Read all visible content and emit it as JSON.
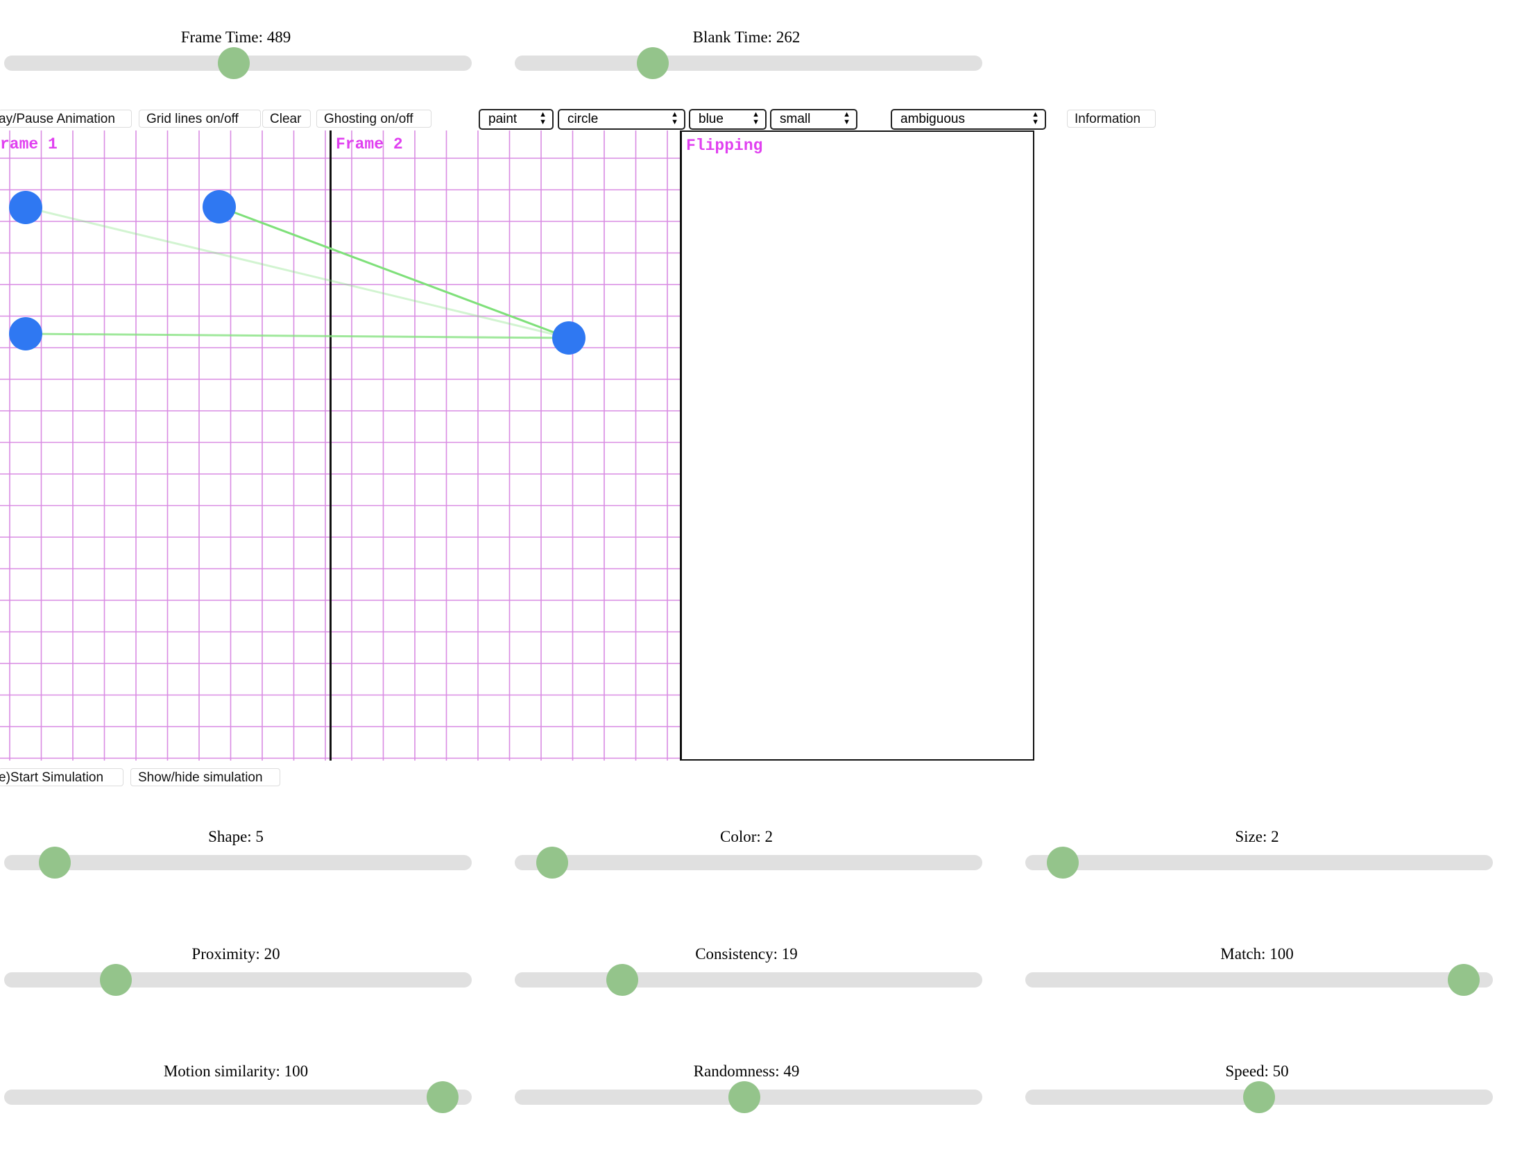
{
  "top_sliders": [
    {
      "label": "Frame Time: 489",
      "value_fraction": 0.49
    },
    {
      "label": "Blank Time: 262",
      "value_fraction": 0.28
    }
  ],
  "toolbar": {
    "play_pause": "ay/Pause Animation",
    "grid_lines": "Grid lines on/off",
    "clear": "Clear",
    "ghosting": "Ghosting on/off",
    "information": "Information"
  },
  "selects": {
    "mode": "paint",
    "shape": "circle",
    "color": "blue",
    "size": "small",
    "preset": "ambiguous"
  },
  "panels": {
    "frame1_label": "rame 1",
    "frame2_label": "Frame 2",
    "flipping_label": "Flipping"
  },
  "colors": {
    "dot": "#2f78f2",
    "grid": "#d98be3",
    "link": "#7fe07a",
    "label": "#e040f0",
    "thumb": "#94c48b",
    "track": "#e0e0e0"
  },
  "bottom_buttons": {
    "restart": "e)Start Simulation",
    "show_hide": "Show/hide simulation"
  },
  "sliders": [
    {
      "label": "Shape: 5",
      "value_fraction": 0.08
    },
    {
      "label": "Color: 2",
      "value_fraction": 0.05
    },
    {
      "label": "Size: 2",
      "value_fraction": 0.05
    },
    {
      "label": "Proximity: 20",
      "value_fraction": 0.22
    },
    {
      "label": "Consistency: 19",
      "value_fraction": 0.21
    },
    {
      "label": "Match: 100",
      "value_fraction": 0.97
    },
    {
      "label": "Motion similarity: 100",
      "value_fraction": 0.97
    },
    {
      "label": "Randomness: 49",
      "value_fraction": 0.49
    },
    {
      "label": "Speed: 50",
      "value_fraction": 0.5
    }
  ]
}
